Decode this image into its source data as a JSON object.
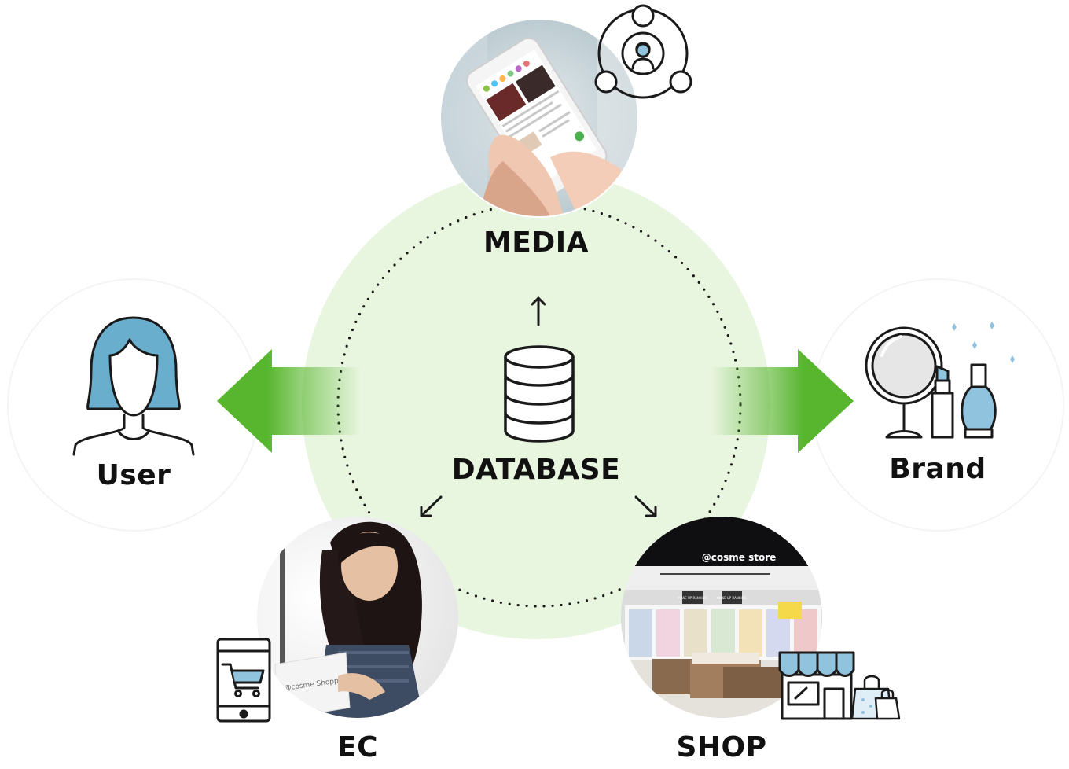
{
  "diagram": {
    "center": "DATABASE",
    "nodes": {
      "media": "MEDIA",
      "ec": "EC",
      "shop": "SHOP",
      "user": "User",
      "brand": "Brand"
    },
    "photo_text": {
      "ec_box": "@cosme Shopping",
      "shop_sign": "@cosme store",
      "shelf_sign_1": "MAKE UP RANKING",
      "shelf_sign_2": "MAKE UP RANKING"
    },
    "colors": {
      "center_circle": "#e8f5df",
      "arrow_green": "#58b52e",
      "user_blue": "#6aaecd",
      "brand_blue": "#8fc3de",
      "outline": "#1a1a1a"
    },
    "icons": {
      "database": "database-icon",
      "user": "user-woman-icon",
      "brand": "cosmetics-mirror-icon",
      "media": "community-network-icon",
      "ec": "mobile-shopping-cart-icon",
      "shop": "storefront-icon"
    }
  }
}
